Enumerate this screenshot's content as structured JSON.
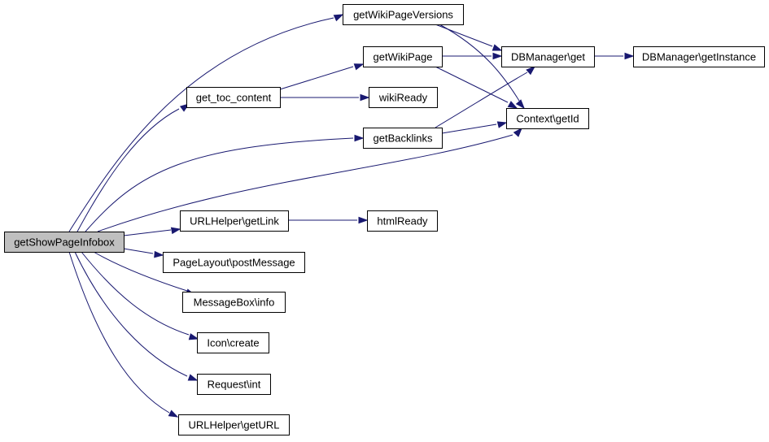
{
  "graph": {
    "type": "call-graph",
    "edge_color": "#191970",
    "root_fill": "#bfbfbf",
    "nodes": [
      {
        "id": "root",
        "label": "getShowPageInfobox"
      },
      {
        "id": "getWikiPageVersions",
        "label": "getWikiPageVersions"
      },
      {
        "id": "getWikiPage",
        "label": "getWikiPage"
      },
      {
        "id": "get_toc_content",
        "label": "get_toc_content"
      },
      {
        "id": "wikiReady",
        "label": "wikiReady"
      },
      {
        "id": "getBacklinks",
        "label": "getBacklinks"
      },
      {
        "id": "DBManager_get",
        "label": "DBManager\\get"
      },
      {
        "id": "DBManager_getInstance",
        "label": "DBManager\\getInstance"
      },
      {
        "id": "Context_getId",
        "label": "Context\\getId"
      },
      {
        "id": "URLHelper_getLink",
        "label": "URLHelper\\getLink"
      },
      {
        "id": "htmlReady",
        "label": "htmlReady"
      },
      {
        "id": "PageLayout_postMessage",
        "label": "PageLayout\\postMessage"
      },
      {
        "id": "MessageBox_info",
        "label": "MessageBox\\info"
      },
      {
        "id": "Icon_create",
        "label": "Icon\\create"
      },
      {
        "id": "Request_int",
        "label": "Request\\int"
      },
      {
        "id": "URLHelper_getURL",
        "label": "URLHelper\\getURL"
      }
    ],
    "edges": [
      {
        "from": "root",
        "to": "getWikiPageVersions"
      },
      {
        "from": "root",
        "to": "get_toc_content"
      },
      {
        "from": "root",
        "to": "getBacklinks"
      },
      {
        "from": "root",
        "to": "Context_getId"
      },
      {
        "from": "root",
        "to": "URLHelper_getLink"
      },
      {
        "from": "root",
        "to": "PageLayout_postMessage"
      },
      {
        "from": "root",
        "to": "MessageBox_info"
      },
      {
        "from": "root",
        "to": "Icon_create"
      },
      {
        "from": "root",
        "to": "Request_int"
      },
      {
        "from": "root",
        "to": "URLHelper_getURL"
      },
      {
        "from": "get_toc_content",
        "to": "getWikiPage"
      },
      {
        "from": "get_toc_content",
        "to": "wikiReady"
      },
      {
        "from": "getWikiPageVersions",
        "to": "DBManager_get"
      },
      {
        "from": "getWikiPageVersions",
        "to": "Context_getId"
      },
      {
        "from": "getWikiPage",
        "to": "DBManager_get"
      },
      {
        "from": "getWikiPage",
        "to": "Context_getId"
      },
      {
        "from": "getBacklinks",
        "to": "DBManager_get"
      },
      {
        "from": "getBacklinks",
        "to": "Context_getId"
      },
      {
        "from": "DBManager_get",
        "to": "DBManager_getInstance"
      },
      {
        "from": "URLHelper_getLink",
        "to": "htmlReady"
      }
    ]
  }
}
